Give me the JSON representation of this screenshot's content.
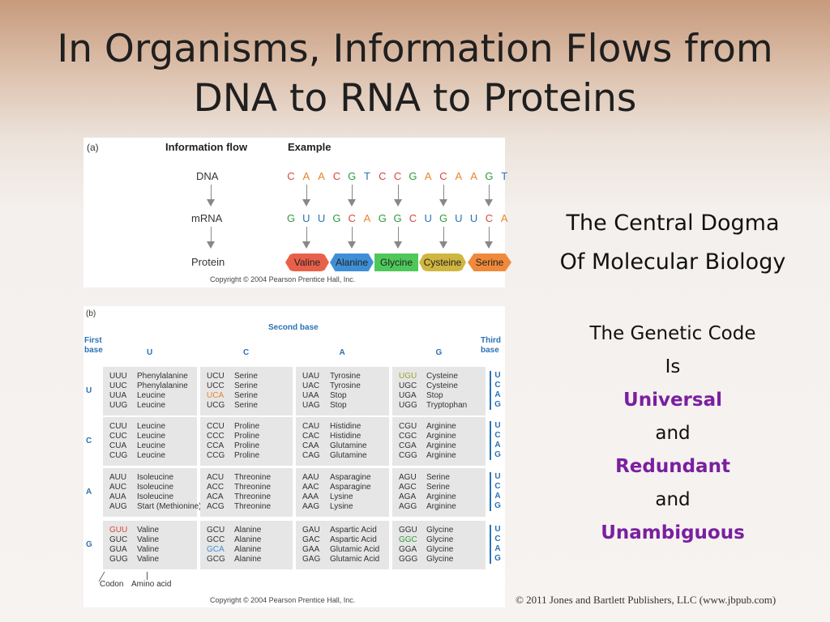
{
  "title": {
    "line1": "In Organisms, Information Flows from",
    "line2": "DNA to RNA to Proteins"
  },
  "figure_a": {
    "panel_label": "(a)",
    "header_flow": "Information flow",
    "header_example": "Example",
    "rows": [
      "DNA",
      "mRNA",
      "Protein"
    ],
    "dna": [
      "C",
      "A",
      "A",
      "C",
      "G",
      "T",
      "C",
      "C",
      "G",
      "A",
      "C",
      "A",
      "A",
      "G",
      "T"
    ],
    "mrna": [
      "G",
      "U",
      "U",
      "G",
      "C",
      "A",
      "G",
      "G",
      "C",
      "U",
      "G",
      "U",
      "U",
      "C",
      "A"
    ],
    "nucleotide_colors": {
      "A": "#e8852a",
      "C": "#d9443a",
      "G": "#2f9a3a",
      "T": "#2a72b5",
      "U": "#2a72b5"
    },
    "amino_acids": [
      {
        "name": "Valine",
        "color": "#e9604a"
      },
      {
        "name": "Alanine",
        "color": "#3f8fd6"
      },
      {
        "name": "Glycine",
        "color": "#4fc85a"
      },
      {
        "name": "Cysteine",
        "color": "#cfb640"
      },
      {
        "name": "Serine",
        "color": "#f08a3a"
      }
    ],
    "copyright": "Copyright © 2004 Pearson Prentice Hall, Inc."
  },
  "figure_b": {
    "panel_label": "(b)",
    "second_base_label": "Second base",
    "first_base_label": "First base",
    "third_base_label": "Third base",
    "second_bases": [
      "U",
      "C",
      "A",
      "G"
    ],
    "first_bases": [
      "U",
      "C",
      "A",
      "G"
    ],
    "third_bases": [
      "U",
      "C",
      "A",
      "G"
    ],
    "table": [
      [
        [
          [
            "UUU",
            "Phenylalanine"
          ],
          [
            "UUC",
            "Phenylalanine"
          ],
          [
            "UUA",
            "Leucine"
          ],
          [
            "UUG",
            "Leucine"
          ]
        ],
        [
          [
            "UCU",
            "Serine"
          ],
          [
            "UCC",
            "Serine"
          ],
          [
            "UCA",
            "Serine"
          ],
          [
            "UCG",
            "Serine"
          ]
        ],
        [
          [
            "UAU",
            "Tyrosine"
          ],
          [
            "UAC",
            "Tyrosine"
          ],
          [
            "UAA",
            "Stop"
          ],
          [
            "UAG",
            "Stop"
          ]
        ],
        [
          [
            "UGU",
            "Cysteine"
          ],
          [
            "UGC",
            "Cysteine"
          ],
          [
            "UGA",
            "Stop"
          ],
          [
            "UGG",
            "Tryptophan"
          ]
        ]
      ],
      [
        [
          [
            "CUU",
            "Leucine"
          ],
          [
            "CUC",
            "Leucine"
          ],
          [
            "CUA",
            "Leucine"
          ],
          [
            "CUG",
            "Leucine"
          ]
        ],
        [
          [
            "CCU",
            "Proline"
          ],
          [
            "CCC",
            "Proline"
          ],
          [
            "CCA",
            "Proline"
          ],
          [
            "CCG",
            "Proline"
          ]
        ],
        [
          [
            "CAU",
            "Histidine"
          ],
          [
            "CAC",
            "Histidine"
          ],
          [
            "CAA",
            "Glutamine"
          ],
          [
            "CAG",
            "Glutamine"
          ]
        ],
        [
          [
            "CGU",
            "Arginine"
          ],
          [
            "CGC",
            "Arginine"
          ],
          [
            "CGA",
            "Arginine"
          ],
          [
            "CGG",
            "Arginine"
          ]
        ]
      ],
      [
        [
          [
            "AUU",
            "Isoleucine"
          ],
          [
            "AUC",
            "Isoleucine"
          ],
          [
            "AUA",
            "Isoleucine"
          ],
          [
            "AUG",
            "Start (Methionine)"
          ]
        ],
        [
          [
            "ACU",
            "Threonine"
          ],
          [
            "ACC",
            "Threonine"
          ],
          [
            "ACA",
            "Threonine"
          ],
          [
            "ACG",
            "Threonine"
          ]
        ],
        [
          [
            "AAU",
            "Asparagine"
          ],
          [
            "AAC",
            "Asparagine"
          ],
          [
            "AAA",
            "Lysine"
          ],
          [
            "AAG",
            "Lysine"
          ]
        ],
        [
          [
            "AGU",
            "Serine"
          ],
          [
            "AGC",
            "Serine"
          ],
          [
            "AGA",
            "Arginine"
          ],
          [
            "AGG",
            "Arginine"
          ]
        ]
      ],
      [
        [
          [
            "GUU",
            "Valine"
          ],
          [
            "GUC",
            "Valine"
          ],
          [
            "GUA",
            "Valine"
          ],
          [
            "GUG",
            "Valine"
          ]
        ],
        [
          [
            "GCU",
            "Alanine"
          ],
          [
            "GCC",
            "Alanine"
          ],
          [
            "GCA",
            "Alanine"
          ],
          [
            "GCG",
            "Alanine"
          ]
        ],
        [
          [
            "GAU",
            "Aspartic Acid"
          ],
          [
            "GAC",
            "Aspartic Acid"
          ],
          [
            "GAA",
            "Glutamic Acid"
          ],
          [
            "GAG",
            "Glutamic Acid"
          ]
        ],
        [
          [
            "GGU",
            "Glycine"
          ],
          [
            "GGC",
            "Glycine"
          ],
          [
            "GGA",
            "Glycine"
          ],
          [
            "GGG",
            "Glycine"
          ]
        ]
      ]
    ],
    "highlighted_codons": {
      "UGU": "#9aa52a",
      "UCA": "#e8852a",
      "GUU": "#d9443a",
      "GGC": "#2f9a3a",
      "GCA": "#3f8fd6"
    },
    "codon_label": "Codon",
    "amino_acid_label": "Amino acid",
    "copyright": "Copyright © 2004 Pearson Prentice Hall, Inc."
  },
  "right_panel": {
    "dogma_line1": "The Central Dogma",
    "dogma_line2": "Of Molecular Biology",
    "code_line1": "The Genetic Code",
    "code_line2": "Is",
    "universal": "Universal",
    "and1": "and",
    "redundant": "Redundant",
    "and2": "and",
    "unambiguous": "Unambiguous"
  },
  "footer": "© 2011 Jones and Bartlett Publishers, LLC (www.jbpub.com)"
}
